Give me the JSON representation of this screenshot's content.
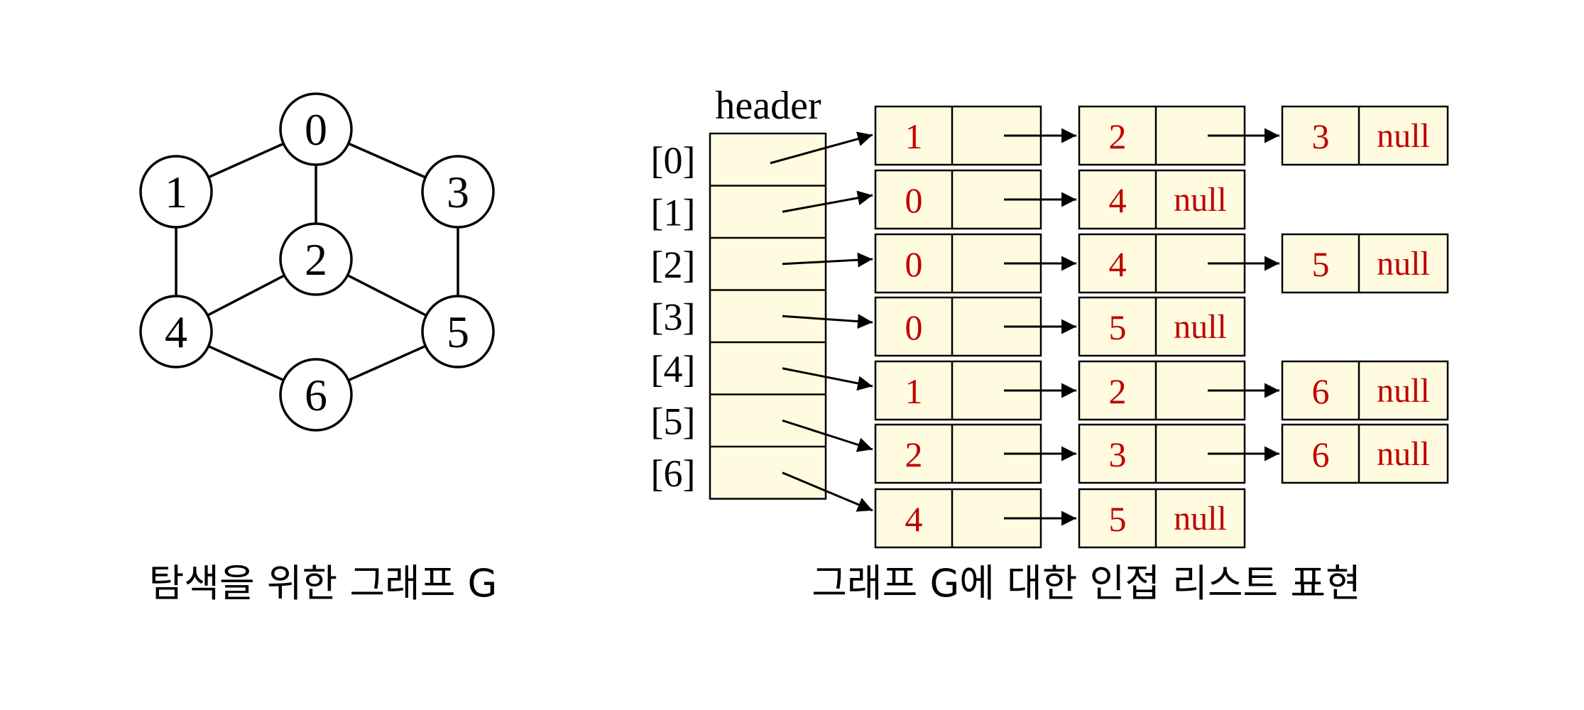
{
  "graph": {
    "nodes": [
      "0",
      "1",
      "2",
      "3",
      "4",
      "5",
      "6"
    ],
    "edges": [
      [
        "0",
        "1"
      ],
      [
        "0",
        "2"
      ],
      [
        "0",
        "3"
      ],
      [
        "1",
        "4"
      ],
      [
        "2",
        "4"
      ],
      [
        "2",
        "5"
      ],
      [
        "3",
        "5"
      ],
      [
        "4",
        "6"
      ],
      [
        "5",
        "6"
      ]
    ],
    "caption": "탐색을 위한 그래프 G"
  },
  "adjacency": {
    "header_label": "header",
    "rows": [
      {
        "index": "[0]",
        "nodes": [
          "1",
          "2",
          "3"
        ]
      },
      {
        "index": "[1]",
        "nodes": [
          "0",
          "4"
        ]
      },
      {
        "index": "[2]",
        "nodes": [
          "0",
          "4",
          "5"
        ]
      },
      {
        "index": "[3]",
        "nodes": [
          "0",
          "5"
        ]
      },
      {
        "index": "[4]",
        "nodes": [
          "1",
          "2",
          "6"
        ]
      },
      {
        "index": "[5]",
        "nodes": [
          "2",
          "3",
          "6"
        ]
      },
      {
        "index": "[6]",
        "nodes": [
          "4",
          "5"
        ]
      }
    ],
    "null_label": "null",
    "caption": "그래프 G에 대한 인접 리스트 표현"
  },
  "colors": {
    "node_fill": "#fffbe0",
    "value_text": "#c00000",
    "stroke": "#000000"
  }
}
